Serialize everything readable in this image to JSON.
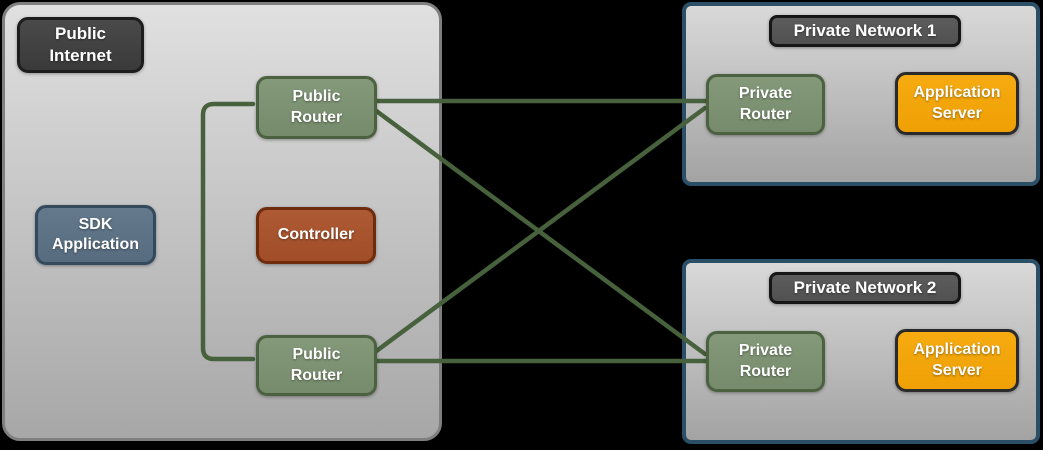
{
  "diagram": {
    "public_internet": {
      "badge": "Public Internet",
      "sdk_application": "SDK Application",
      "controller": "Controller",
      "public_router_top": "Public Router",
      "public_router_bottom": "Public Router"
    },
    "private_network_1": {
      "title": "Private Network 1",
      "private_router": "Private Router",
      "application_server": "Application Server"
    },
    "private_network_2": {
      "title": "Private Network 2",
      "private_router": "Private Router",
      "application_server": "Application Server"
    },
    "connections": [
      {
        "from": "public-router-top",
        "to": "private-network-1-router",
        "style": "horizontal"
      },
      {
        "from": "public-router-top",
        "to": "private-network-2-router",
        "style": "diagonal"
      },
      {
        "from": "public-router-bottom",
        "to": "private-network-1-router",
        "style": "diagonal"
      },
      {
        "from": "public-router-bottom",
        "to": "private-network-2-router",
        "style": "horizontal"
      },
      {
        "from": "public-router-top",
        "to": "public-router-bottom",
        "style": "left-loop"
      }
    ],
    "colors": {
      "page_background": "#000000",
      "zone_fill_top": "#e0e0e0",
      "zone_fill_bottom": "#a7a7a7",
      "zone_public_border": "#7f7f7f",
      "zone_private_border": "#2b4f66",
      "router_fill": "#7d9170",
      "router_border": "#4b6140",
      "controller_fill": "#a85430",
      "controller_border": "#6e2c0d",
      "sdk_fill": "#5d7386",
      "sdk_border": "#33495c",
      "server_fill": "#f2a50c",
      "server_border": "#2a2a2a",
      "badge_fill": "#3f3f3f",
      "badge_border": "#1d1d1d",
      "link_line": "#47613c",
      "text": "#ffffff"
    }
  }
}
